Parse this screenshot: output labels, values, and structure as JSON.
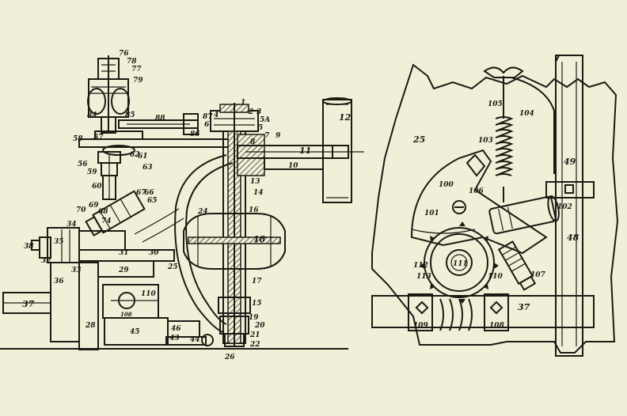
{
  "figure": {
    "left_labels": {
      "l76": "76",
      "l78": "78",
      "l77": "77",
      "l79": "79",
      "l84": "84",
      "l85": "85",
      "l88": "88",
      "l87": "87",
      "l86": "86",
      "l58": "58",
      "l57": "57",
      "l62": "62",
      "l61": "61",
      "l56": "56",
      "l59": "59",
      "l63": "63",
      "l60": "60",
      "l67": "67",
      "l66": "66",
      "l65": "65",
      "l70": "70",
      "l69": "69",
      "l74": "74",
      "l68": "68",
      "l34": "34",
      "l35": "35",
      "l38": "38",
      "l32": "32",
      "l33": "33",
      "l31": "31",
      "l30": "30",
      "l29": "29",
      "l36": "36",
      "l37": "37",
      "l28": "28",
      "l110": "110",
      "l108": "108",
      "l45": "45",
      "l46": "46",
      "l43": "43",
      "l44": "44",
      "l26": "26",
      "l25": "25",
      "l24": "24",
      "l1": "1",
      "l2": "2",
      "l3": "3",
      "l4": "4",
      "l6": "6",
      "l5a": "5A",
      "l5": "5",
      "l7": "7",
      "l9": "9",
      "l8": "8",
      "l11": "11",
      "l10": "10",
      "l12": "12",
      "l13": "13",
      "l14": "14",
      "l16": "16",
      "l18": "18",
      "l17": "17",
      "l15": "15",
      "l19": "19",
      "l20": "20",
      "l21": "21",
      "l22": "22"
    },
    "right_labels": {
      "r25": "25",
      "r105": "105",
      "r104": "104",
      "r103": "103",
      "r49": "49",
      "r100": "100",
      "r106": "106",
      "r101": "101",
      "r102": "102",
      "r48": "48",
      "r111": "111",
      "r112": "112",
      "r113": "113",
      "r110": "110",
      "r107": "107",
      "r37": "37",
      "r109": "109",
      "r108": "108"
    }
  },
  "colors": {
    "paper": "#f2efd8",
    "ink": "#1c1a14"
  }
}
